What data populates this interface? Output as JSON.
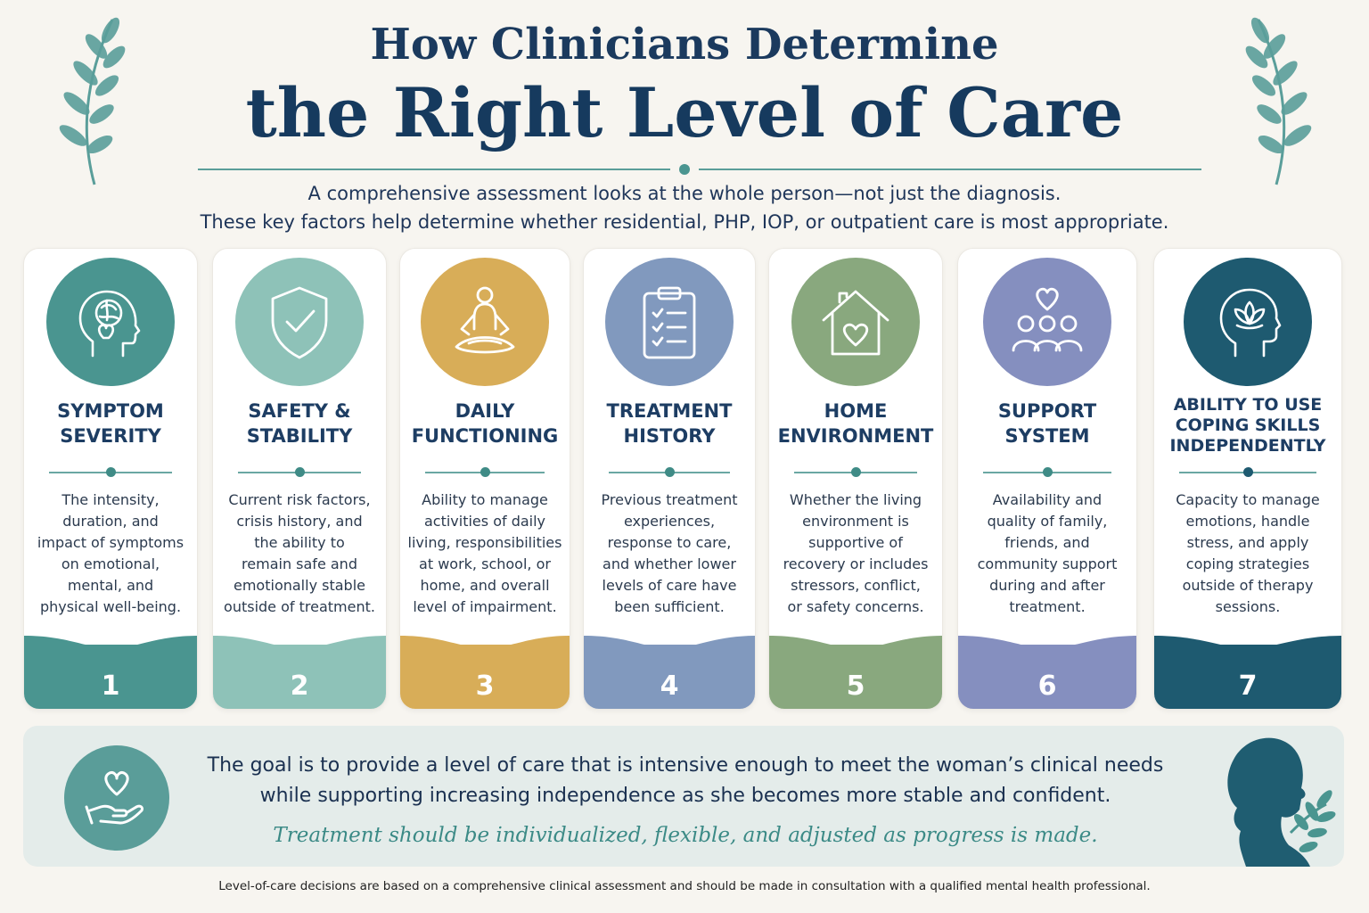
{
  "header": {
    "title_line1": "How Clinicians Determine",
    "title_line2": "the Right Level of Care",
    "subtitle_line1": "A comprehensive assessment looks at the whole person—not just the diagnosis.",
    "subtitle_line2": "These key factors help determine whether residential, PHP, IOP, or outpatient care is most appropriate."
  },
  "colors": {
    "background": "#f7f5f0",
    "navy": "#1b3a5e",
    "teal": "#4a9590"
  },
  "factors": [
    {
      "number": "1",
      "title": "SYMPTOM\nSEVERITY",
      "description": "The intensity,\nduration, and\nimpact of symptoms\non emotional,\nmental, and\nphysical well-being.",
      "icon": "head-brain-heart-icon",
      "color": "#4a9590"
    },
    {
      "number": "2",
      "title": "SAFETY &\nSTABILITY",
      "description": "Current risk factors,\ncrisis history, and\nthe ability to\nremain safe and\nemotionally stable\noutside of treatment.",
      "icon": "shield-check-icon",
      "color": "#8ec2b8"
    },
    {
      "number": "3",
      "title": "DAILY\nFUNCTIONING",
      "description": "Ability to manage\nactivities of daily\nliving, responsibilities\nat work, school, or\nhome, and overall\nlevel of impairment.",
      "icon": "meditation-person-icon",
      "color": "#d8ad58"
    },
    {
      "number": "4",
      "title": "TREATMENT\nHISTORY",
      "description": "Previous treatment\nexperiences,\nresponse to care,\nand whether lower\nlevels of care have\nbeen sufficient.",
      "icon": "clipboard-checklist-icon",
      "color": "#8199be"
    },
    {
      "number": "5",
      "title": "HOME\nENVIRONMENT",
      "description": "Whether the living\nenvironment is\nsupportive of\nrecovery or includes\nstressors, conflict,\nor safety concerns.",
      "icon": "house-heart-icon",
      "color": "#89a87e"
    },
    {
      "number": "6",
      "title": "SUPPORT\nSYSTEM",
      "description": "Availability and\nquality of family,\nfriends, and\ncommunity support\nduring and after\ntreatment.",
      "icon": "people-heart-icon",
      "color": "#858fbf"
    },
    {
      "number": "7",
      "title": "ABILITY TO USE\nCOPING SKILLS\nINDEPENDENTLY",
      "description": "Capacity to manage\nemotions, handle\nstress, and apply\ncoping strategies\noutside of therapy\nsessions.",
      "icon": "head-lotus-icon",
      "color": "#1e5a70"
    }
  ],
  "banner": {
    "line1": "The goal is to provide a level of care that is intensive enough to meet the woman’s clinical needs",
    "line2": "while supporting increasing independence as she becomes more stable and confident.",
    "tagline": "Treatment should be individualized, flexible, and adjusted as progress is made.",
    "icon": "hand-heart-icon",
    "illustration": "woman-silhouette-icon"
  },
  "footnote": "Level-of-care decisions are based on a comprehensive clinical assessment and should be made in consultation with a qualified mental health professional."
}
